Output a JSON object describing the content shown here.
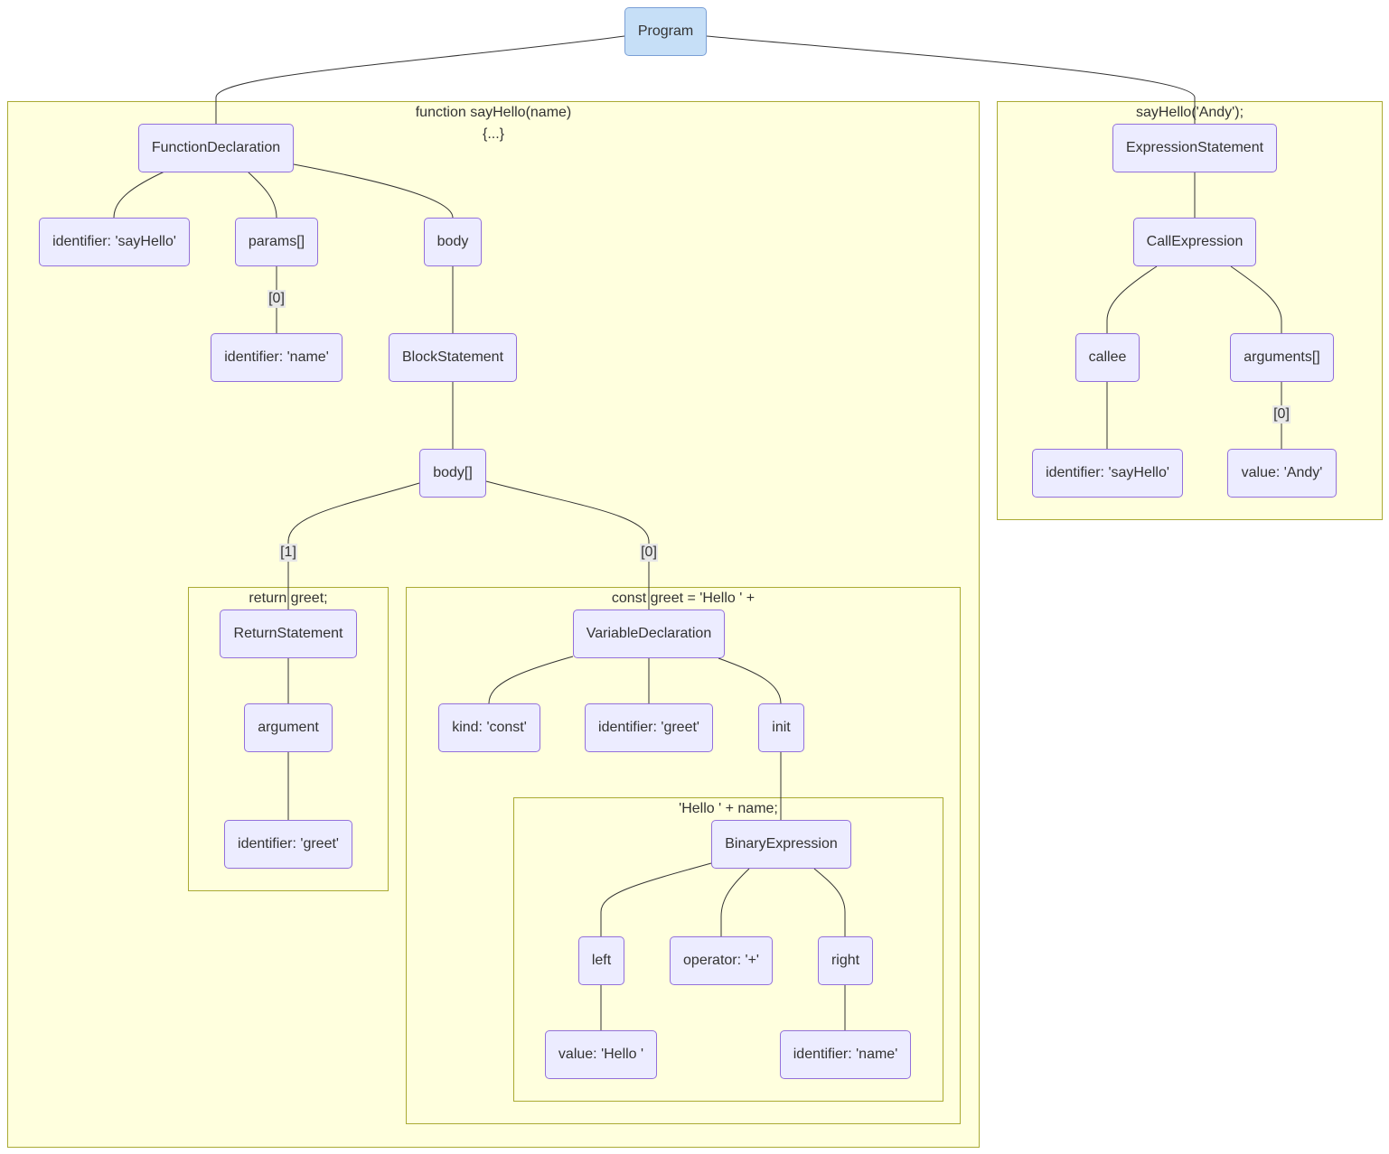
{
  "clusters": {
    "fn": "function sayHello(name)\n{...}",
    "call": "sayHello('Andy');",
    "ret": "return greet;",
    "vardecl": "const greet = 'Hello ' +",
    "binexp": "'Hello ' + name;"
  },
  "nodes": {
    "program": "Program",
    "functionDeclaration": "FunctionDeclaration",
    "identifierSayHello": "identifier: 'sayHello'",
    "params": "params[]",
    "body": "body",
    "identifierName": "identifier: 'name'",
    "blockStatement": "BlockStatement",
    "bodyArray": "body[]",
    "returnStatement": "ReturnStatement",
    "argument": "argument",
    "identifierGreetRet": "identifier: 'greet'",
    "variableDeclaration": "VariableDeclaration",
    "kindConst": "kind: 'const'",
    "identifierGreet": "identifier: 'greet'",
    "init": "init",
    "binaryExpression": "BinaryExpression",
    "left": "left",
    "operatorPlus": "operator: '+'",
    "right": "right",
    "valueHello": "value: 'Hello '",
    "identifierNameRight": "identifier: 'name'",
    "expressionStatement": "ExpressionStatement",
    "callExpression": "CallExpression",
    "callee": "callee",
    "argumentsArray": "arguments[]",
    "identifierSayHelloCallee": "identifier: 'sayHello'",
    "valueAndy": "value: 'Andy'"
  },
  "edge_labels": {
    "params0": "[0]",
    "body1": "[1]",
    "body0": "[0]",
    "args0": "[0]"
  },
  "colors": {
    "node_fill": "#ececff",
    "node_border": "#9370db",
    "root_fill": "#c6dff7",
    "cluster_fill": "#ffffde",
    "cluster_border": "#aaaa33",
    "edge": "#333333"
  }
}
